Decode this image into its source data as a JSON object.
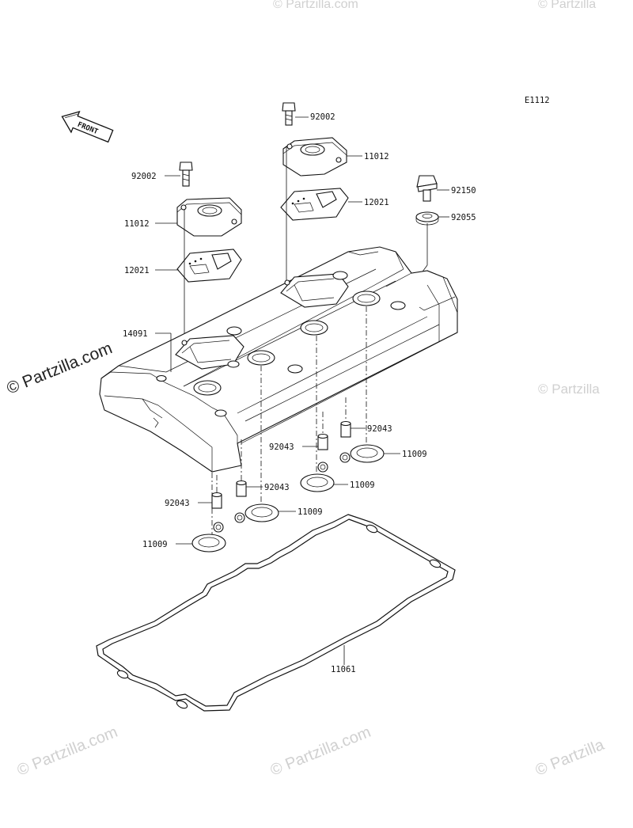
{
  "diagram_code": "E1112",
  "front_label": "FRONT",
  "watermark_text": "© Partzilla.com",
  "watermark_short": "© Partzilla",
  "callouts": {
    "bolt_center": "92002",
    "cover_center": "11012",
    "gasket_center": "12021",
    "bolt_left": "92002",
    "cover_left": "11012",
    "gasket_left": "12021",
    "bolt_right": "92150",
    "washer_right": "92055",
    "head_cover": "14091",
    "dowel_r1": "92043",
    "seal_r1": "11009",
    "dowel_r2": "92043",
    "seal_r2": "11009",
    "dowel_c": "92043",
    "seal_c": "11009",
    "dowel_l": "92043",
    "seal_l": "11009",
    "cover_gasket": "11061"
  }
}
